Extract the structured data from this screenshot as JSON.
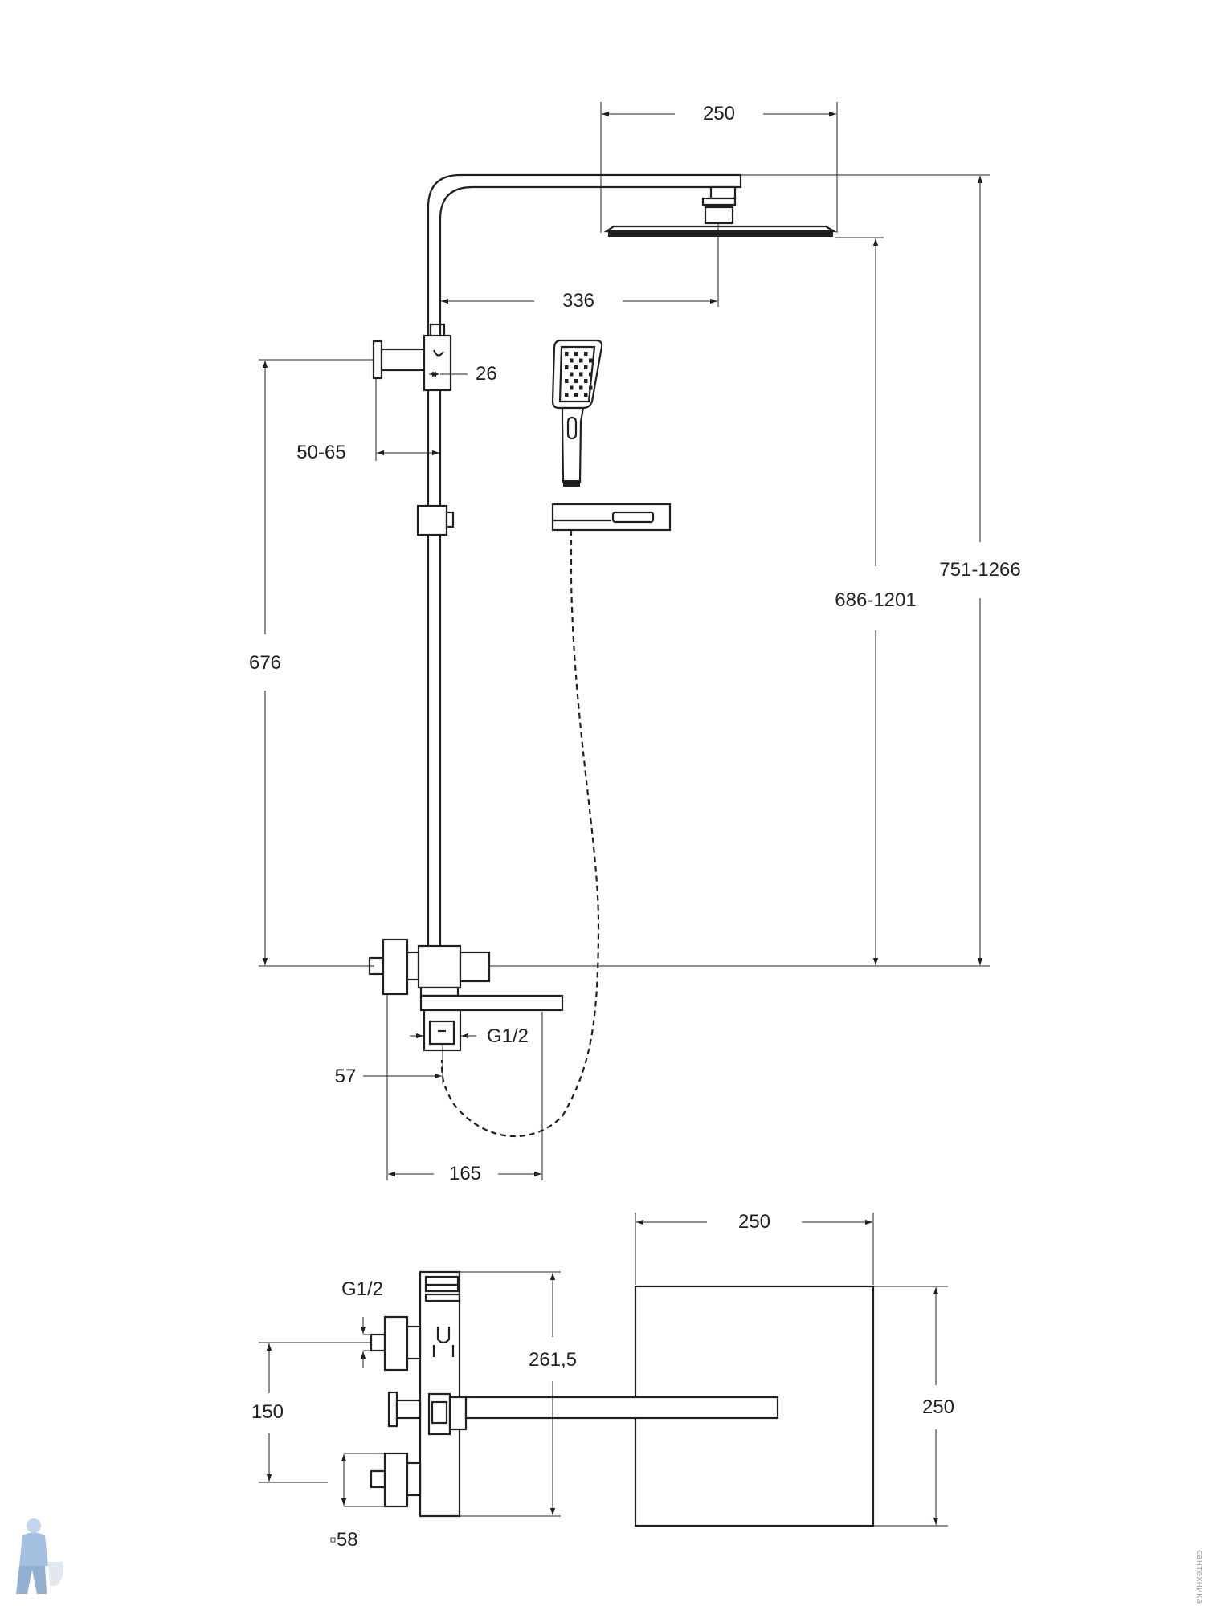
{
  "front_view": {
    "dim_head_width": "250",
    "dim_arm_reach": "336",
    "dim_bracket_offset": "26",
    "dim_wall_distance": "50-65",
    "dim_bar_height": "676",
    "dim_head_height": "686-1201",
    "dim_total_height": "751-1266",
    "dim_thread": "G1/2",
    "dim_inlet_depth": "57",
    "dim_spout_reach": "165"
  },
  "plan_view": {
    "dim_head_width": "250",
    "dim_head_depth": "250",
    "dim_thread": "G1/2",
    "dim_mixer_depth": "261,5",
    "dim_inlet_spacing": "150",
    "dim_flange": "▫58"
  },
  "watermark": "сантехника"
}
